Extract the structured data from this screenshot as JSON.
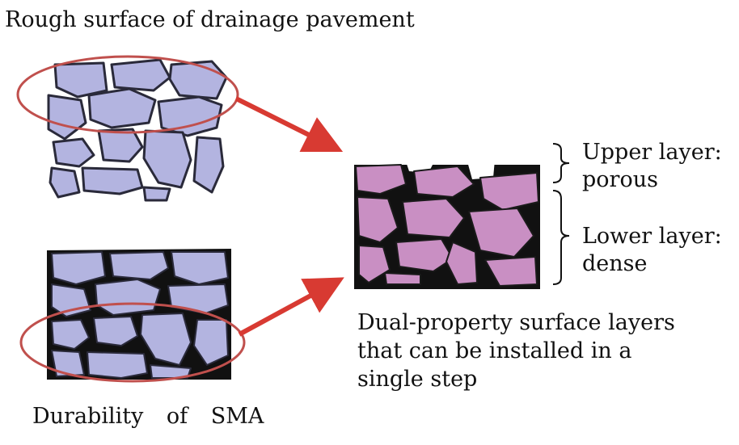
{
  "labels": {
    "top": "Rough surface of drainage pavement",
    "bottom": "Durability of SMA",
    "upper_line1": "Upper layer:",
    "upper_line2": "porous",
    "lower_line1": "Lower layer:",
    "lower_line2": "dense",
    "dual_line1": "Dual-property surface layers",
    "dual_line2": "that can be installed in a",
    "dual_line3": "single step"
  },
  "colors": {
    "porous_stone": "#b3b4e0",
    "stone_outline": "#2a2a3a",
    "binder": "#111111",
    "result_stone": "#c98fc3",
    "ellipse": "#c0504d",
    "arrow": "#d83a32"
  }
}
